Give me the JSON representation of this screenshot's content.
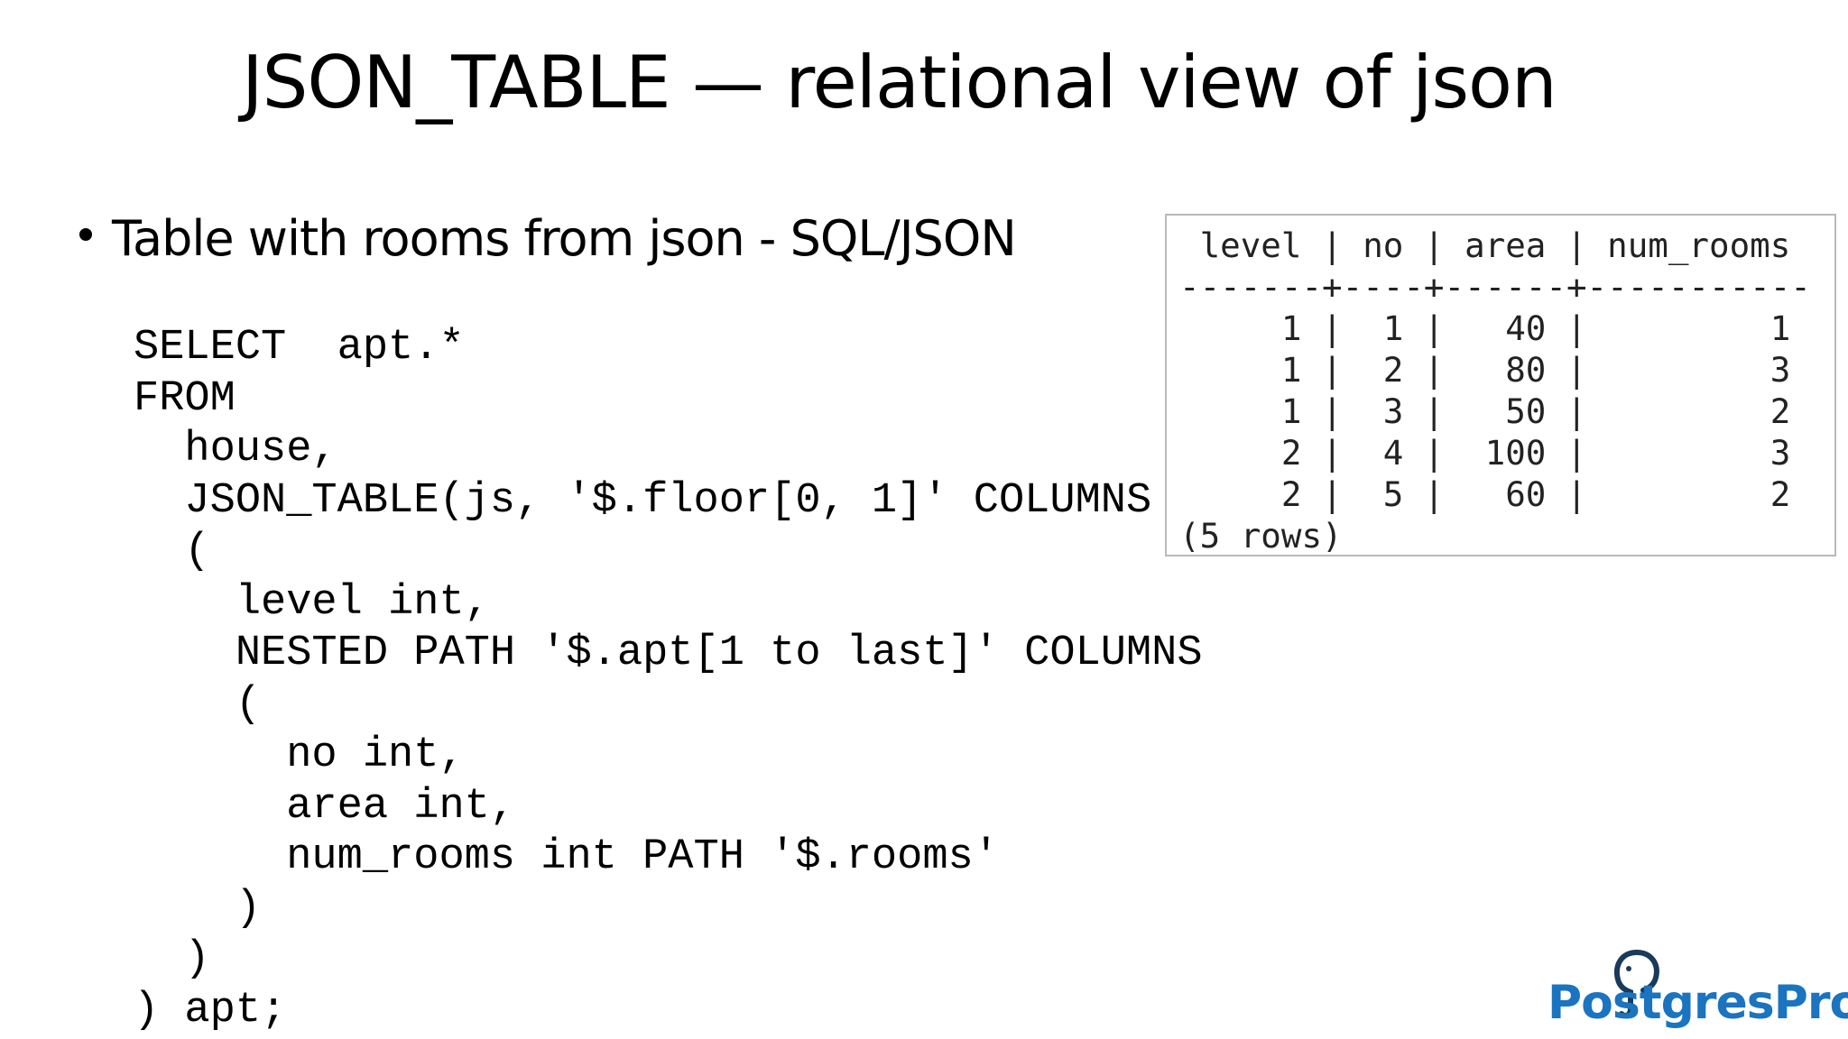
{
  "slide": {
    "title": "JSON_TABLE — relational view of json",
    "bullet": "Table with rooms from json - SQL/JSON"
  },
  "code_lines": [
    "SELECT  apt.*",
    "FROM",
    "  house,",
    "  JSON_TABLE(js, '$.floor[0, 1]' COLUMNS",
    "  (",
    "    level int,",
    "    NESTED PATH '$.apt[1 to last]' COLUMNS",
    "    (",
    "      no int,",
    "      area int,",
    "      num_rooms int PATH '$.rooms'",
    "    )",
    "  )",
    ") apt;"
  ],
  "result": {
    "header": " level | no | area | num_rooms",
    "separator": "-------+----+------+-----------",
    "rows": [
      "     1 |  1 |   40 |         1",
      "     1 |  2 |   80 |         3",
      "     1 |  3 |   50 |         2",
      "     2 |  4 |  100 |         3",
      "     2 |  5 |   60 |         2"
    ],
    "footer": "(5 rows)"
  },
  "logo": {
    "text": "PostgresPro",
    "color": "#1a74c0",
    "icon": "elephant-icon"
  }
}
